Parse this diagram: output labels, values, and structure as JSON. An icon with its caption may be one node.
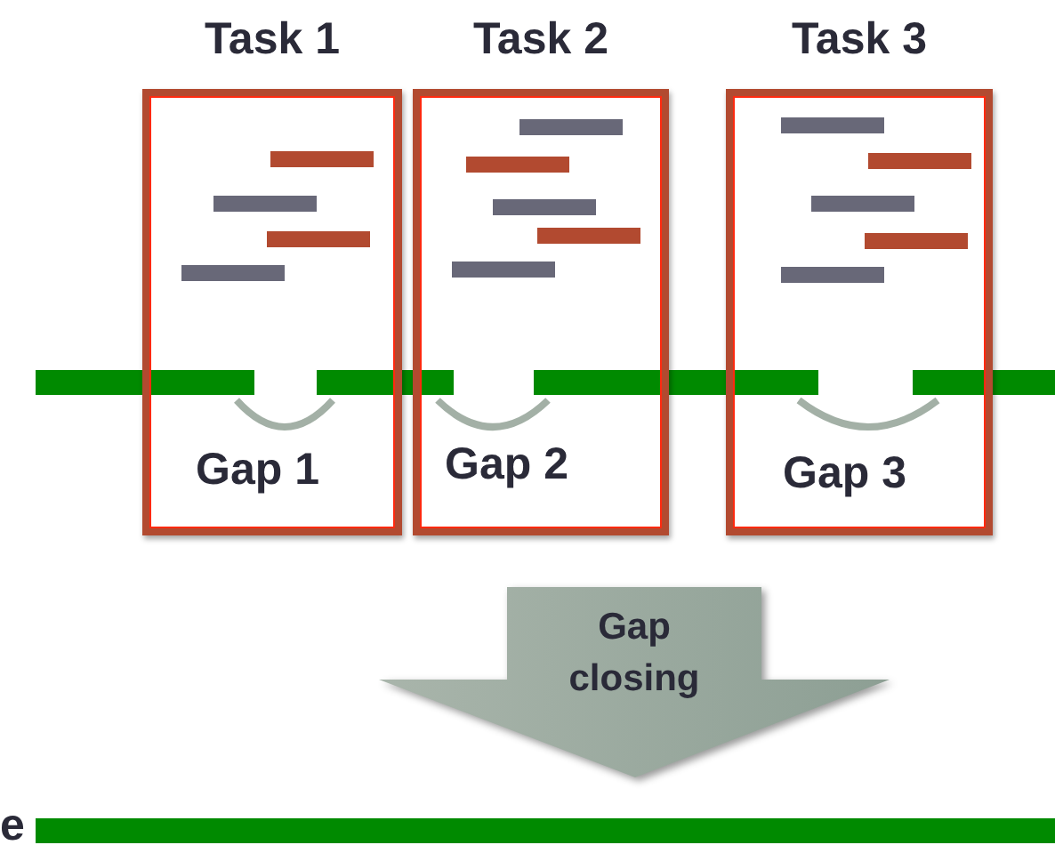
{
  "diagram": {
    "nodes": [
      {
        "text": [
          "Task 1",
          "Gap 1"
        ]
      },
      {
        "text": [
          "Task 2",
          "Gap 2"
        ]
      },
      {
        "text": [
          "Task 3",
          "Gap 3"
        ]
      },
      {
        "text": [
          "Gap closing"
        ]
      },
      {
        "text": [],
        "shape": "bar"
      }
    ],
    "labels": [
      "e"
    ]
  }
}
